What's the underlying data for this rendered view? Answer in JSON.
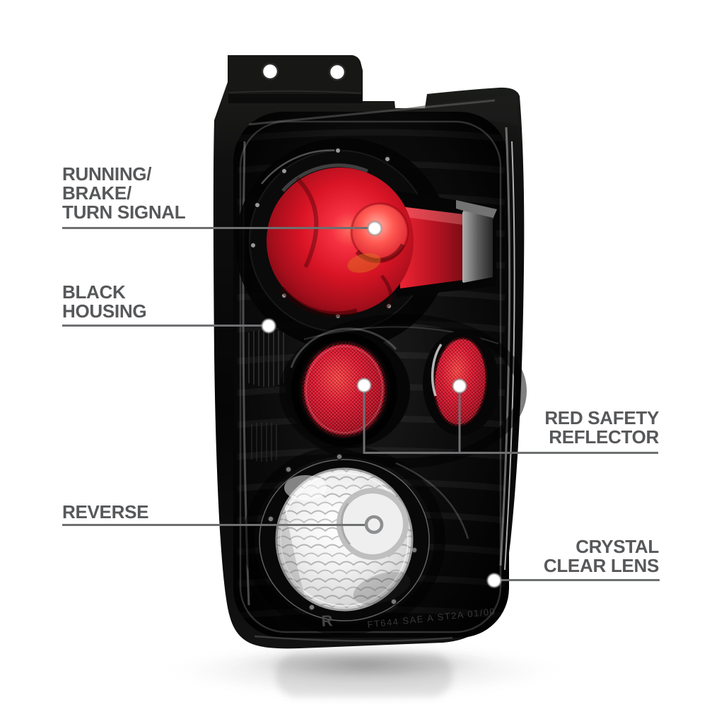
{
  "page": {
    "background": "#ffffff",
    "description": "Annotated product photo of a black-housing euro tail light with callout labels"
  },
  "product": {
    "name": "Black housing tail light, passenger side",
    "side_marking": "R",
    "lens_code": "FT644 SAE A ST2A 01/00"
  },
  "callouts": {
    "running": {
      "lines": [
        "RUNNING/",
        "BRAKE/",
        "TURN SIGNAL"
      ]
    },
    "housing": {
      "lines": [
        "BLACK",
        "HOUSING"
      ]
    },
    "reflector": {
      "lines": [
        "RED SAFETY",
        "REFLECTOR"
      ]
    },
    "reverse": {
      "lines": [
        "REVERSE"
      ]
    },
    "crystal": {
      "lines": [
        "CRYSTAL",
        "CLEAR LENS"
      ]
    }
  },
  "colors": {
    "label_text": "#57585a",
    "callout_line": "#6e6f71",
    "marker_dot": "#ffffff",
    "marker_ring": "#8d8e90",
    "housing_black": "#0b0b0b",
    "lens_red": "#d81425",
    "reflector_red": "#cf1322",
    "clear_lens": "#ededed"
  }
}
